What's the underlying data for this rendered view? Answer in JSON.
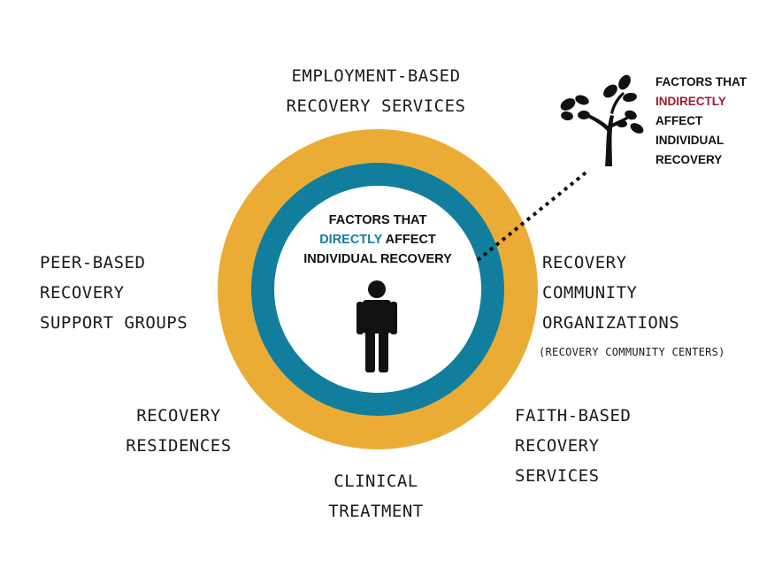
{
  "colors": {
    "outer_ring": "#EBAC36",
    "inner_ring": "#117E9E",
    "directly": "#117E9E",
    "indirectly": "#9E1B2F",
    "text": "#1a1a1a"
  },
  "labels": {
    "employment": [
      "EMPLOYMENT-BASED",
      "RECOVERY SERVICES"
    ],
    "peer": [
      "PEER-BASED",
      "RECOVERY",
      "SUPPORT GROUPS"
    ],
    "community": [
      "RECOVERY",
      "COMMUNITY",
      "ORGANIZATIONS"
    ],
    "community_note": "(RECOVERY COMMUNITY CENTERS)",
    "residences": [
      "RECOVERY",
      "RESIDENCES"
    ],
    "clinical": [
      "CLINICAL",
      "TREATMENT"
    ],
    "faith": [
      "FAITH-BASED",
      "RECOVERY",
      "SERVICES"
    ]
  },
  "center": {
    "line1": "FACTORS THAT",
    "highlight": "DIRECTLY",
    "line2_rest": " AFFECT",
    "line3": "INDIVIDUAL RECOVERY"
  },
  "indirect": {
    "line1": "FACTORS THAT",
    "highlight": "INDIRECTLY",
    "line3": "AFFECT",
    "line4": "INDIVIDUAL",
    "line5": "RECOVERY"
  },
  "icons": {
    "person": "person-icon",
    "tree": "tree-icon"
  }
}
